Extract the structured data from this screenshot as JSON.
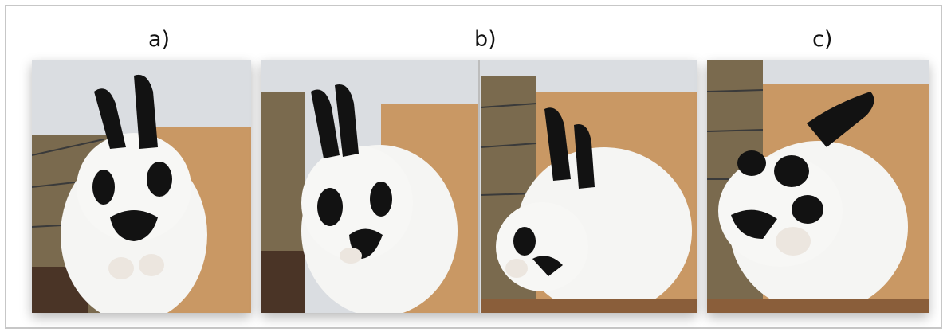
{
  "figure": {
    "panels": [
      {
        "label": "a)"
      },
      {
        "label": "b)"
      },
      {
        "label": "c)"
      }
    ],
    "colors": {
      "wall": "#dadde1",
      "wood": "#c99864",
      "hay": "#7a6a4e",
      "fur_white": "#f5f5f3",
      "fur_black": "#121212"
    }
  }
}
